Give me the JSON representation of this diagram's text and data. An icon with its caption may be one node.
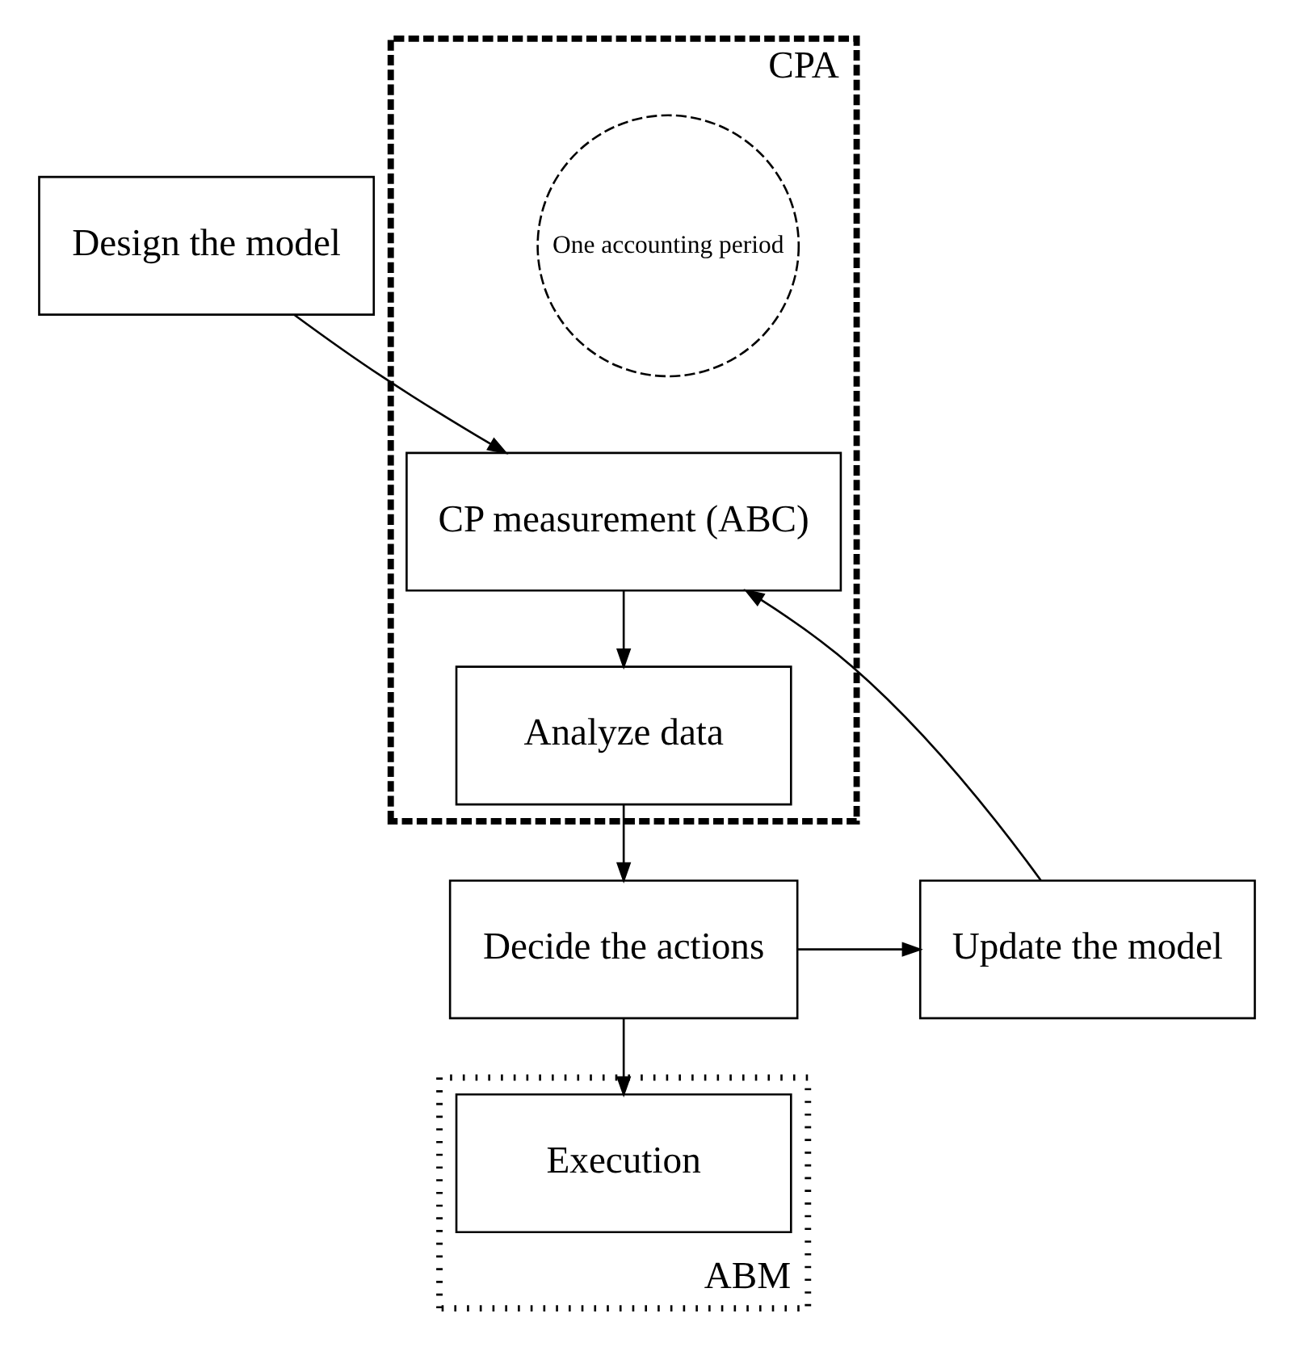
{
  "diagram": {
    "nodes": [
      {
        "text": [
          "Design the model"
        ]
      },
      {
        "text": [
          "CPA"
        ]
      },
      {
        "text": [
          "CP measurement (ABC)"
        ],
        "in": 1
      },
      {
        "text": [
          "One accounting period"
        ],
        "in": 1
      },
      {
        "text": [
          "Analyze data"
        ],
        "in": 1
      },
      {
        "text": [
          "ABM"
        ]
      },
      {
        "text": [
          "Decide the actions"
        ]
      },
      {
        "text": [
          "Update the model"
        ]
      },
      {
        "text": [
          "Execution"
        ],
        "in": 5
      }
    ],
    "edges": [
      {
        "from": 0,
        "to": 2,
        "arrow": "to"
      },
      {
        "from": 2,
        "to": 4,
        "arrow": "to"
      },
      {
        "from": 4,
        "to": 6,
        "arrow": "to"
      },
      {
        "from": 6,
        "to": 7,
        "arrow": "to"
      },
      {
        "from": 7,
        "to": 2,
        "arrow": "to"
      },
      {
        "from": 6,
        "to": 8,
        "arrow": "to"
      }
    ]
  }
}
